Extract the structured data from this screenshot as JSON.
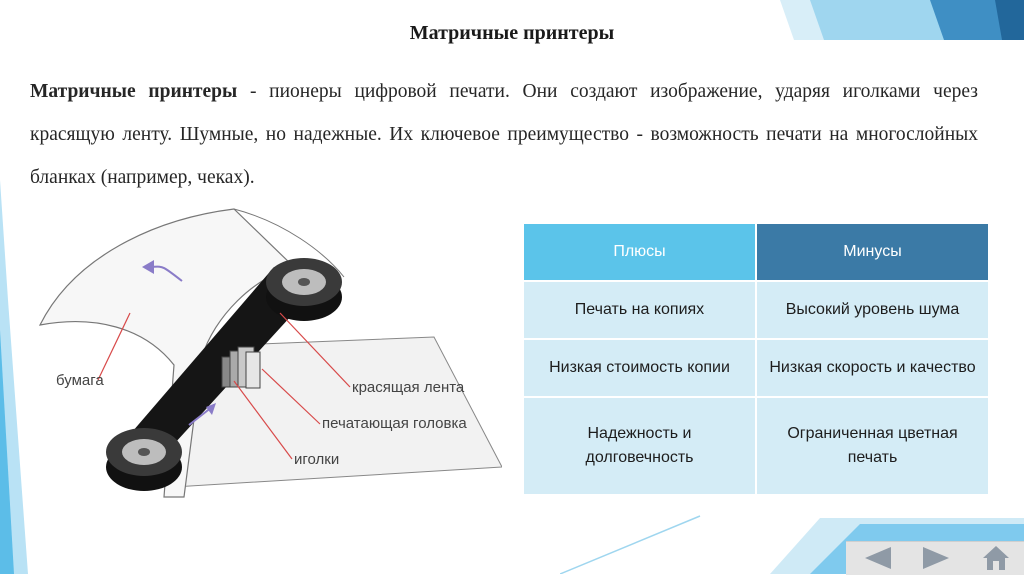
{
  "slide": {
    "title": "Матричные принтеры",
    "intro_bold": "Матричные принтеры",
    "intro_rest": " - пионеры цифровой печати. Они создают изображение, ударяя иголками через красящую ленту. Шумные, но надежные. Их ключевое преимущество - возможность печати на многослойных бланках (например, чеках)."
  },
  "diagram": {
    "labels": {
      "paper": "бумага",
      "ribbon": "красящая лента",
      "head": "печатающая головка",
      "needles": "иголки"
    }
  },
  "comparison": {
    "header": {
      "pros": "Плюсы",
      "cons": "Минусы"
    },
    "rows": [
      {
        "pro": "Печать на копиях",
        "con": "Высокий уровень шума"
      },
      {
        "pro": "Низкая стоимость копии",
        "con": "Низкая скорость и качество"
      },
      {
        "pro": "Надежность и долговечность",
        "con": "Ограниченная цветная печать"
      }
    ]
  },
  "navigation": {
    "icons": [
      "arrow-left-icon",
      "arrow-right-icon",
      "home-icon"
    ]
  },
  "colors": {
    "header_pros": "#5bc4ea",
    "header_cons": "#3b7aa6",
    "cell_bg": "#d4ecf6",
    "accent": "#2aa7df"
  }
}
